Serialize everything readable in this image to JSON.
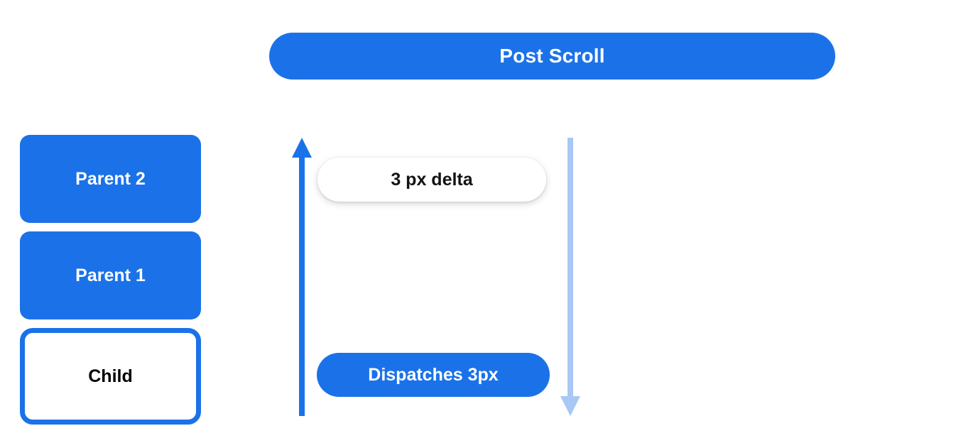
{
  "header": {
    "title": "Post Scroll"
  },
  "stack": {
    "boxes": [
      {
        "label": "Parent 2",
        "style": "filled"
      },
      {
        "label": "Parent 1",
        "style": "filled"
      },
      {
        "label": "Child",
        "style": "outlined"
      }
    ]
  },
  "callouts": {
    "delta": "3 px delta",
    "dispatch": "Dispatches 3px"
  },
  "arrows": {
    "up": {
      "name": "scroll-up-arrow",
      "direction": "up",
      "color": "#1b72e8"
    },
    "down": {
      "name": "scroll-down-arrow",
      "direction": "down",
      "color": "#a8c7f5"
    }
  },
  "colors": {
    "accent_blue": "#1b72e8",
    "light_blue": "#a8c7f5",
    "background": "#ffffff",
    "text_dark": "#131313",
    "text_light": "#ffffff"
  }
}
